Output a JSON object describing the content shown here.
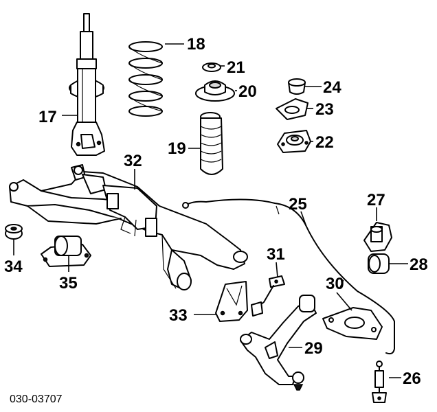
{
  "diagram_id": "030-03707",
  "callouts": [
    {
      "key": "c17",
      "label": "17",
      "part": "strut-assembly"
    },
    {
      "key": "c18",
      "label": "18",
      "part": "coil-spring"
    },
    {
      "key": "c19",
      "label": "19",
      "part": "dust-boot"
    },
    {
      "key": "c20",
      "label": "20",
      "part": "strut-mount"
    },
    {
      "key": "c21",
      "label": "21",
      "part": "bearing-washer"
    },
    {
      "key": "c22",
      "label": "22",
      "part": "mount-plate"
    },
    {
      "key": "c23",
      "label": "23",
      "part": "insulator-gasket"
    },
    {
      "key": "c24",
      "label": "24",
      "part": "cap"
    },
    {
      "key": "c25",
      "label": "25",
      "part": "stabilizer-bar"
    },
    {
      "key": "c26",
      "label": "26",
      "part": "stabilizer-link"
    },
    {
      "key": "c27",
      "label": "27",
      "part": "stabilizer-bushing"
    },
    {
      "key": "c28",
      "label": "28",
      "part": "stabilizer-bushing-round"
    },
    {
      "key": "c29",
      "label": "29",
      "part": "lower-control-arm"
    },
    {
      "key": "c30",
      "label": "30",
      "part": "bracket-plate"
    },
    {
      "key": "c31",
      "label": "31",
      "part": "link-rod"
    },
    {
      "key": "c32",
      "label": "32",
      "part": "crossmember"
    },
    {
      "key": "c33",
      "label": "33",
      "part": "mounting-bracket"
    },
    {
      "key": "c34",
      "label": "34",
      "part": "grommet"
    },
    {
      "key": "c35",
      "label": "35",
      "part": "bushing-bracket"
    }
  ]
}
